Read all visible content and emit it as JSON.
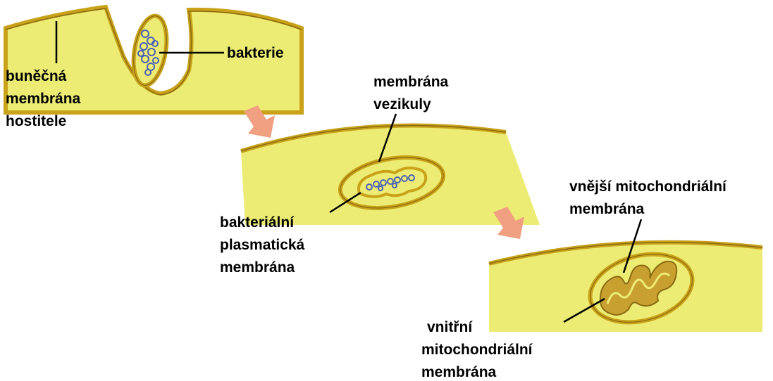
{
  "colors": {
    "cytoplasm": "#ecec74",
    "membrane": "#c9a21a",
    "membrane_dark": "#8a6b12",
    "inner_matrix": "#c8a030",
    "dna": "#4a60b8",
    "arrow": "#f0a080",
    "leader": "#000000"
  },
  "labels": {
    "bakterie": "bakterie",
    "host_membrane": [
      "buněčná",
      "membrána",
      "hostitele"
    ],
    "vesicle_membrane": [
      "membrána",
      "vezikuly"
    ],
    "bacterial_plasma_membrane": [
      "bakteriální",
      "plasmatická",
      "membrána"
    ],
    "outer_mito_membrane": [
      "vnější mitochondriální",
      "membrána"
    ],
    "inner_mito_membrane": [
      "vnitřní",
      "mitochondriální",
      "membrána"
    ]
  },
  "icons": [
    "step-arrow-icon",
    "step-arrow-icon"
  ]
}
